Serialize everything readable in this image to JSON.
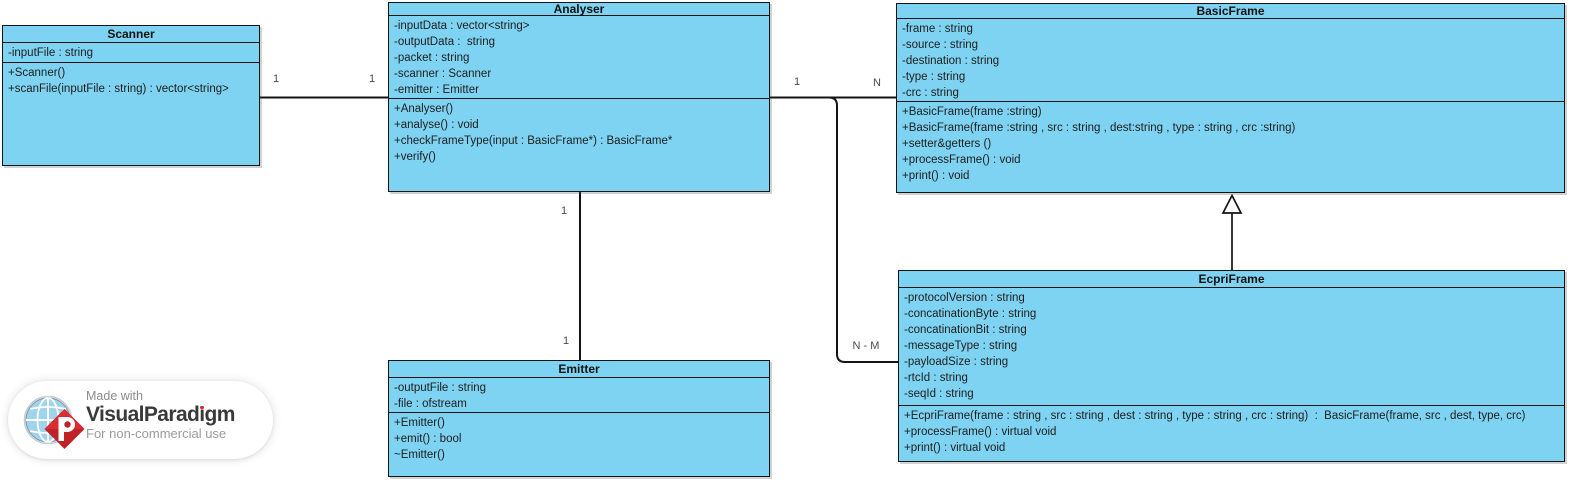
{
  "diagram": {
    "classes": [
      {
        "name": "Scanner",
        "attributes": [
          "-inputFile : string"
        ],
        "operations": [
          "+Scanner()",
          "+scanFile(inputFile : string) : vector<string>"
        ]
      },
      {
        "name": "Analyser",
        "attributes": [
          "-inputData : vector<string>",
          "-outputData :  string",
          "-packet : string",
          "-scanner : Scanner",
          "-emitter : Emitter"
        ],
        "operations": [
          "+Analyser()",
          "+analyse() : void",
          "+checkFrameType(input : BasicFrame*) : BasicFrame*",
          "+verify()"
        ]
      },
      {
        "name": "BasicFrame",
        "attributes": [
          "-frame : string",
          "-source : string",
          "-destination : string",
          "-type : string",
          "-crc : string"
        ],
        "operations": [
          "+BasicFrame(frame :string)",
          "+BasicFrame(frame :string , src : string , dest:string , type : string , crc :string)",
          "+setter&getters ()",
          "+processFrame() : void",
          "+print() : void"
        ]
      },
      {
        "name": "Emitter",
        "attributes": [
          "-outputFile : string",
          "-file : ofstream"
        ],
        "operations": [
          "+Emitter()",
          "+emit() : bool",
          "~Emitter()"
        ]
      },
      {
        "name": "EcpriFrame",
        "attributes": [
          "-protocolVersion : string",
          "-concatinationByte : string",
          "-concatinationBit : string",
          "-messageType : string",
          "-payloadSize : string",
          "-rtcId : string",
          "-seqId : string"
        ],
        "operations": [
          "+EcpriFrame(frame : string , src : string , dest : string , type : string , crc : string)  :  BasicFrame(frame, src , dest, type, crc)",
          "+processFrame() : virtual void",
          "+print() : virtual void"
        ]
      }
    ],
    "multiplicities": {
      "scanner_analyser_left": "1",
      "scanner_analyser_right": "1",
      "analyser_basicframe_left": "1",
      "analyser_basicframe_right": "N",
      "analyser_emitter_top": "1",
      "analyser_emitter_bottom": "1",
      "analyser_ecpriframe": "N - M"
    },
    "colors": {
      "shape_fill": "#7ed3f2",
      "line": "#141414",
      "background": "#ffffff",
      "brand_red": "#d7282e"
    }
  },
  "watermark": {
    "made_with": "Made with",
    "brand_part1": "VisualParad",
    "brand_dotless_i": "ı",
    "brand_part2": "gm",
    "license": "For non-commercial use"
  }
}
